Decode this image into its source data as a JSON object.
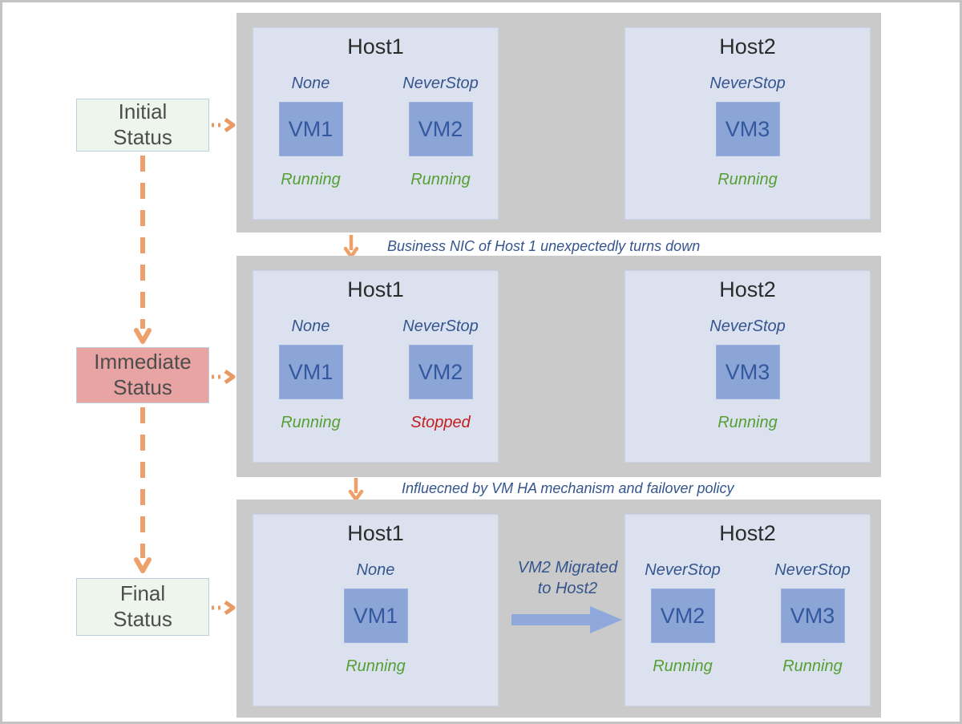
{
  "stages": [
    {
      "label_lines": [
        "Initial",
        "Status"
      ],
      "hosts": [
        {
          "name": "Host1",
          "vms": [
            {
              "name": "VM1",
              "policy": "None",
              "state": "Running"
            },
            {
              "name": "VM2",
              "policy": "NeverStop",
              "state": "Running"
            }
          ]
        },
        {
          "name": "Host2",
          "vms": [
            {
              "name": "VM3",
              "policy": "NeverStop",
              "state": "Running"
            }
          ]
        }
      ]
    },
    {
      "label_lines": [
        "Immediate",
        "Status"
      ],
      "hosts": [
        {
          "name": "Host1",
          "vms": [
            {
              "name": "VM1",
              "policy": "None",
              "state": "Running"
            },
            {
              "name": "VM2",
              "policy": "NeverStop",
              "state": "Stopped"
            }
          ]
        },
        {
          "name": "Host2",
          "vms": [
            {
              "name": "VM3",
              "policy": "NeverStop",
              "state": "Running"
            }
          ]
        }
      ]
    },
    {
      "label_lines": [
        "Final",
        "Status"
      ],
      "migration_note_lines": [
        "VM2 Migrated",
        "to Host2"
      ],
      "hosts": [
        {
          "name": "Host1",
          "vms": [
            {
              "name": "VM1",
              "policy": "None",
              "state": "Running"
            }
          ]
        },
        {
          "name": "Host2",
          "vms": [
            {
              "name": "VM2",
              "policy": "NeverStop",
              "state": "Running"
            },
            {
              "name": "VM3",
              "policy": "NeverStop",
              "state": "Running"
            }
          ]
        }
      ]
    }
  ],
  "transitions": [
    {
      "caption": "Business NIC of Host 1 unexpectedly turns down"
    },
    {
      "caption": "Influecned by VM HA mechanism and failover policy"
    }
  ],
  "colors": {
    "panel_bg": "#cacaca",
    "host_bg": "#dce1f0",
    "vm_bg": "#8ba5d7",
    "vm_text": "#33589f",
    "policy_text": "#34558e",
    "running_green": "#55a032",
    "stopped_red": "#c41e1e",
    "caption_blue": "#34558e",
    "arrow_orange": "#eda06a",
    "migration_arrow_blue": "#8fa9dc",
    "status_green_bg": "#edf5ec",
    "status_pink_bg": "#e8a3a3",
    "page_border": "#c3c3c3"
  }
}
